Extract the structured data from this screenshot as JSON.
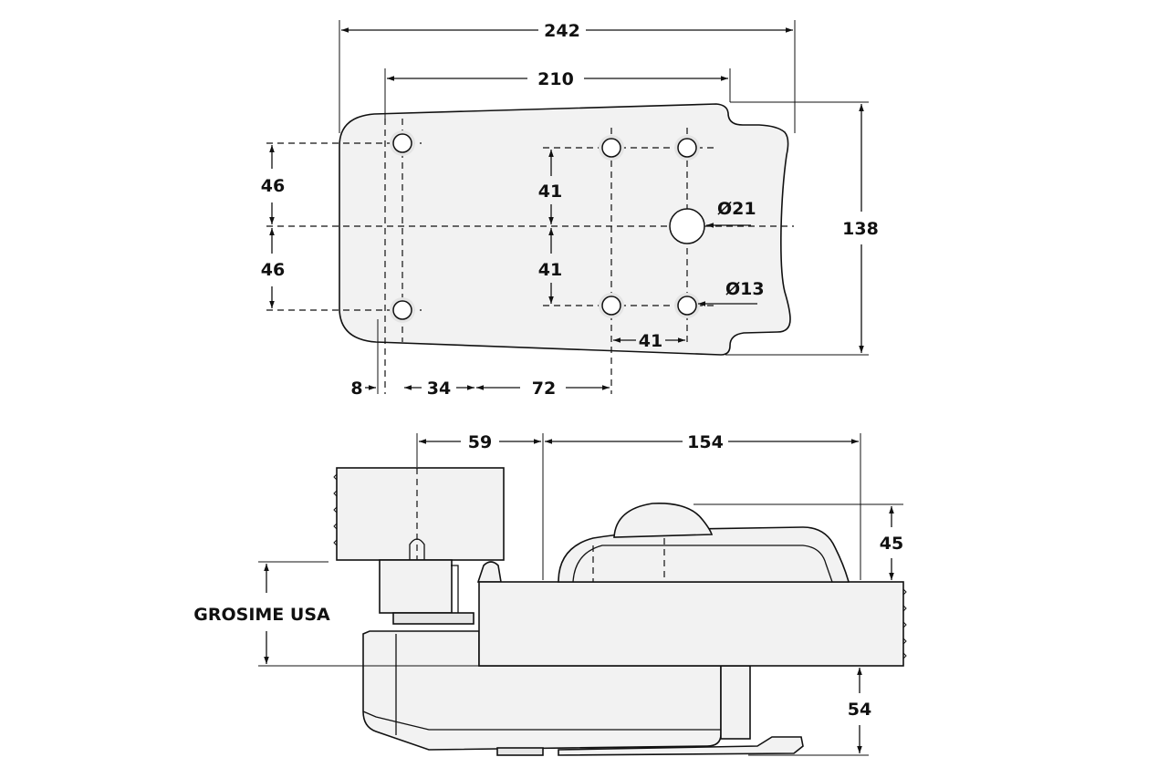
{
  "top_view": {
    "dimensions": {
      "overall_width": "242",
      "hole_span": "210",
      "overall_height": "138",
      "upper_offset": "46",
      "lower_offset": "46",
      "hole_upper": "41",
      "hole_lower": "41",
      "edge_offset": "8",
      "first_spacing": "34",
      "second_spacing": "72",
      "hole_pitch": "41"
    },
    "callouts": {
      "large_hole": "Ø21",
      "small_hole": "Ø13"
    }
  },
  "side_view": {
    "dimensions": {
      "left_width": "59",
      "right_width": "154",
      "handle_height": "45",
      "base_depth": "54"
    },
    "label": "GROSIME USA"
  }
}
